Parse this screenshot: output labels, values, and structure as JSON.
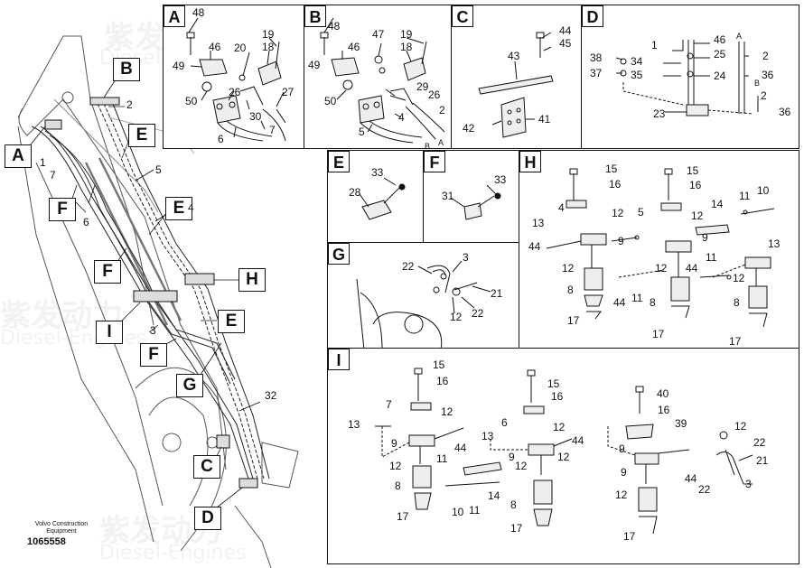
{
  "watermark": {
    "brand_cn": "紫发动力",
    "brand_en": "Diesel-Engines"
  },
  "footer": {
    "company": "Volvo Construction",
    "company_line2": "Equipment",
    "drawing_number": "1065558"
  },
  "overview": {
    "callouts": [
      "A",
      "B",
      "E",
      "E",
      "E",
      "F",
      "F",
      "F",
      "G",
      "H",
      "I",
      "C",
      "D"
    ],
    "numbers": [
      "1",
      "2",
      "3",
      "4",
      "5",
      "6",
      "7",
      "32"
    ]
  },
  "panels": {
    "A": {
      "label": "A",
      "numbers": [
        "48",
        "46",
        "49",
        "20",
        "19",
        "18",
        "50",
        "26",
        "27",
        "30",
        "7",
        "6"
      ]
    },
    "B": {
      "label": "B",
      "numbers": [
        "48",
        "47",
        "46",
        "49",
        "19",
        "18",
        "50",
        "29",
        "26",
        "4",
        "2",
        "5",
        "B",
        "A"
      ]
    },
    "C": {
      "label": "C",
      "numbers": [
        "44",
        "45",
        "43",
        "42",
        "41"
      ]
    },
    "D": {
      "label": "D",
      "numbers": [
        "46",
        "A",
        "1",
        "2",
        "25",
        "38",
        "34",
        "37",
        "35",
        "24",
        "36",
        "B",
        "2",
        "23",
        "36"
      ]
    },
    "E": {
      "label": "E",
      "numbers": [
        "33",
        "28"
      ]
    },
    "F": {
      "label": "F",
      "numbers": [
        "33",
        "31"
      ]
    },
    "G": {
      "label": "G",
      "numbers": [
        "22",
        "3",
        "21",
        "12",
        "22"
      ]
    },
    "H": {
      "label": "H",
      "numbers": [
        "15",
        "16",
        "15",
        "16",
        "4",
        "13",
        "12",
        "5",
        "12",
        "14",
        "11",
        "10",
        "44",
        "9",
        "9",
        "13",
        "12",
        "12",
        "44",
        "11",
        "8",
        "44",
        "11",
        "12",
        "8",
        "17",
        "8",
        "17",
        "17"
      ]
    },
    "I": {
      "label": "I",
      "numbers": [
        "15",
        "16",
        "15",
        "16",
        "40",
        "7",
        "12",
        "16",
        "13",
        "6",
        "12",
        "13",
        "39",
        "9",
        "44",
        "11",
        "9",
        "12",
        "12",
        "44",
        "9",
        "44",
        "22",
        "12",
        "8",
        "21",
        "14",
        "11",
        "12",
        "3",
        "10",
        "9",
        "22",
        "17",
        "12",
        "8",
        "17",
        "17"
      ]
    }
  }
}
